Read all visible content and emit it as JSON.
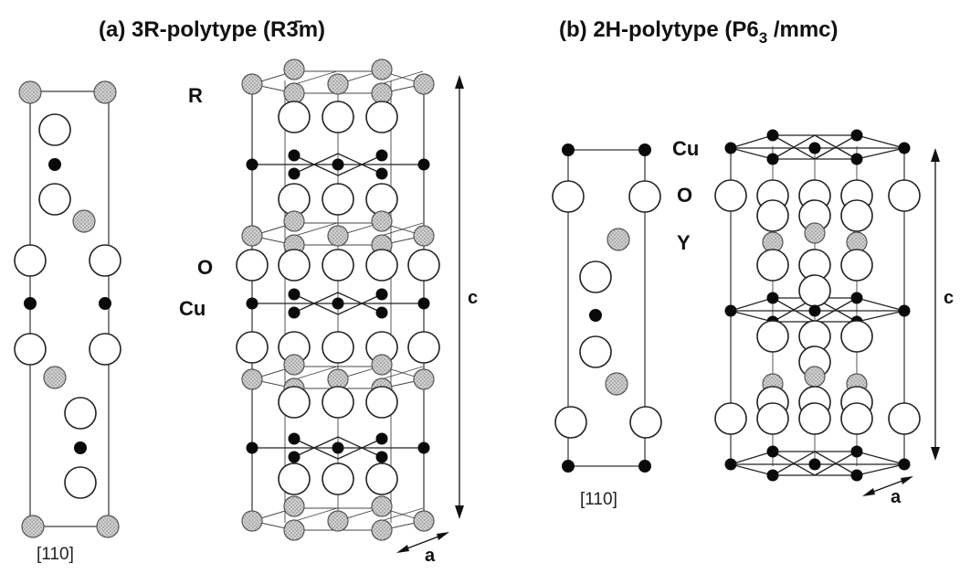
{
  "panel_a": {
    "title": "(a) 3R-polytype  (R3̄m)",
    "direction_label": "[110]",
    "labels": {
      "r": "R",
      "o": "O",
      "cu": "Cu",
      "c": "c",
      "a": "a"
    }
  },
  "panel_b": {
    "title": "(b) 2H-polytype  (P6",
    "title_sub": "3",
    "title_end": " /mmc)",
    "direction_label": "[110]",
    "labels": {
      "cu": "Cu",
      "o": "O",
      "y": "Y",
      "c": "c",
      "a": "a"
    }
  },
  "colors": {
    "cu_atom": "#0a0a0a",
    "o_atom": "#ffffff",
    "r_y_atom": "#bdbdbd",
    "line": "#333333"
  }
}
